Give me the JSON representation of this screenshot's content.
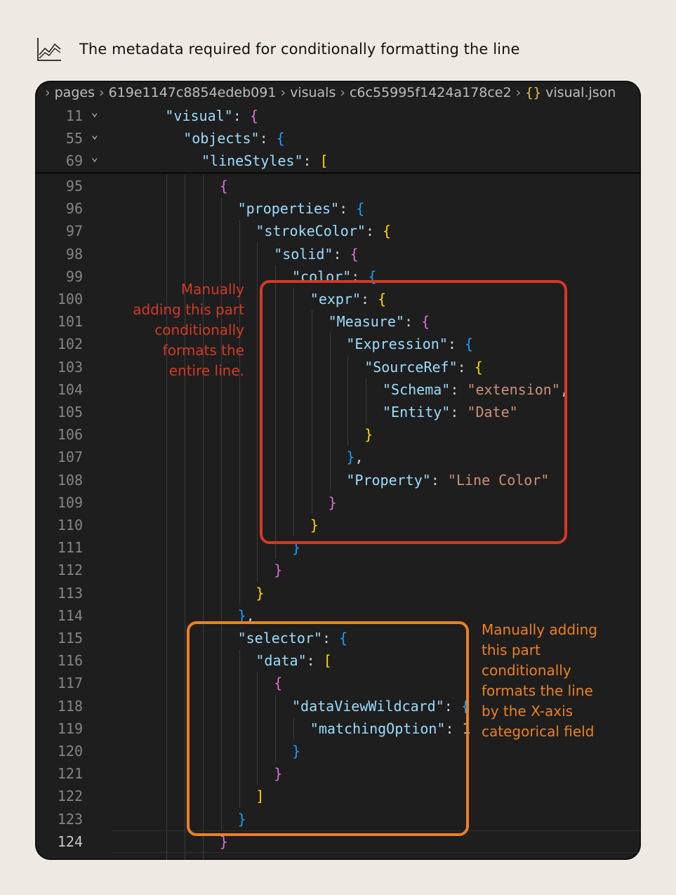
{
  "header": {
    "icon": "line-chart-icon",
    "title": "The metadata required for conditionally formatting the line"
  },
  "breadcrumb": {
    "items": [
      "pages",
      "619e1147c8854edeb091",
      "visuals",
      "c6c55995f1424a178ce2"
    ],
    "file_icon": "{}",
    "file": "visual.json"
  },
  "sticky_lines": [
    {
      "num": "11",
      "text": "\"visual\": {"
    },
    {
      "num": "55",
      "text": "\"objects\": {"
    },
    {
      "num": "69",
      "text": "\"lineStyles\": ["
    }
  ],
  "code_lines": [
    {
      "num": "95",
      "text": "{"
    },
    {
      "num": "96",
      "text": "\"properties\": {"
    },
    {
      "num": "97",
      "text": "\"strokeColor\": {"
    },
    {
      "num": "98",
      "text": "\"solid\": {"
    },
    {
      "num": "99",
      "text": "\"color\": {"
    },
    {
      "num": "100",
      "text": "\"expr\": {"
    },
    {
      "num": "101",
      "text": "\"Measure\": {"
    },
    {
      "num": "102",
      "text": "\"Expression\": {"
    },
    {
      "num": "103",
      "text": "\"SourceRef\": {"
    },
    {
      "num": "104",
      "text": "\"Schema\": \"extension\","
    },
    {
      "num": "105",
      "text": "\"Entity\": \"Date\""
    },
    {
      "num": "106",
      "text": "}"
    },
    {
      "num": "107",
      "text": "},"
    },
    {
      "num": "108",
      "text": "\"Property\": \"Line Color\""
    },
    {
      "num": "109",
      "text": "}"
    },
    {
      "num": "110",
      "text": "}"
    },
    {
      "num": "111",
      "text": "}"
    },
    {
      "num": "112",
      "text": "}"
    },
    {
      "num": "113",
      "text": "}"
    },
    {
      "num": "114",
      "text": "},"
    },
    {
      "num": "115",
      "text": "\"selector\": {"
    },
    {
      "num": "116",
      "text": "\"data\": ["
    },
    {
      "num": "117",
      "text": "{"
    },
    {
      "num": "118",
      "text": "\"dataViewWildcard\": {"
    },
    {
      "num": "119",
      "text": "\"matchingOption\": 1"
    },
    {
      "num": "120",
      "text": "}"
    },
    {
      "num": "121",
      "text": "}"
    },
    {
      "num": "122",
      "text": "]"
    },
    {
      "num": "123",
      "text": "}"
    },
    {
      "num": "124",
      "text": "}"
    }
  ],
  "current_line": "124",
  "annotations": {
    "red": {
      "color": "#d33a27",
      "lines": [
        "Manually",
        "adding this part",
        "conditionally",
        "formats the",
        "entire line."
      ]
    },
    "orange": {
      "color": "#ec8121",
      "lines": [
        "Manually adding",
        "this part",
        "conditionally",
        "formats the line",
        "by the X-axis",
        "categorical field"
      ]
    }
  },
  "colors": {
    "page_bg": "#eeeae3",
    "editor_bg": "#1e1e1e",
    "key": "#9cdcfe",
    "string": "#ce9178",
    "number": "#b5cea8",
    "bracket_gold": "#ffd700",
    "bracket_purple": "#da70d6",
    "bracket_blue": "#179fff"
  }
}
